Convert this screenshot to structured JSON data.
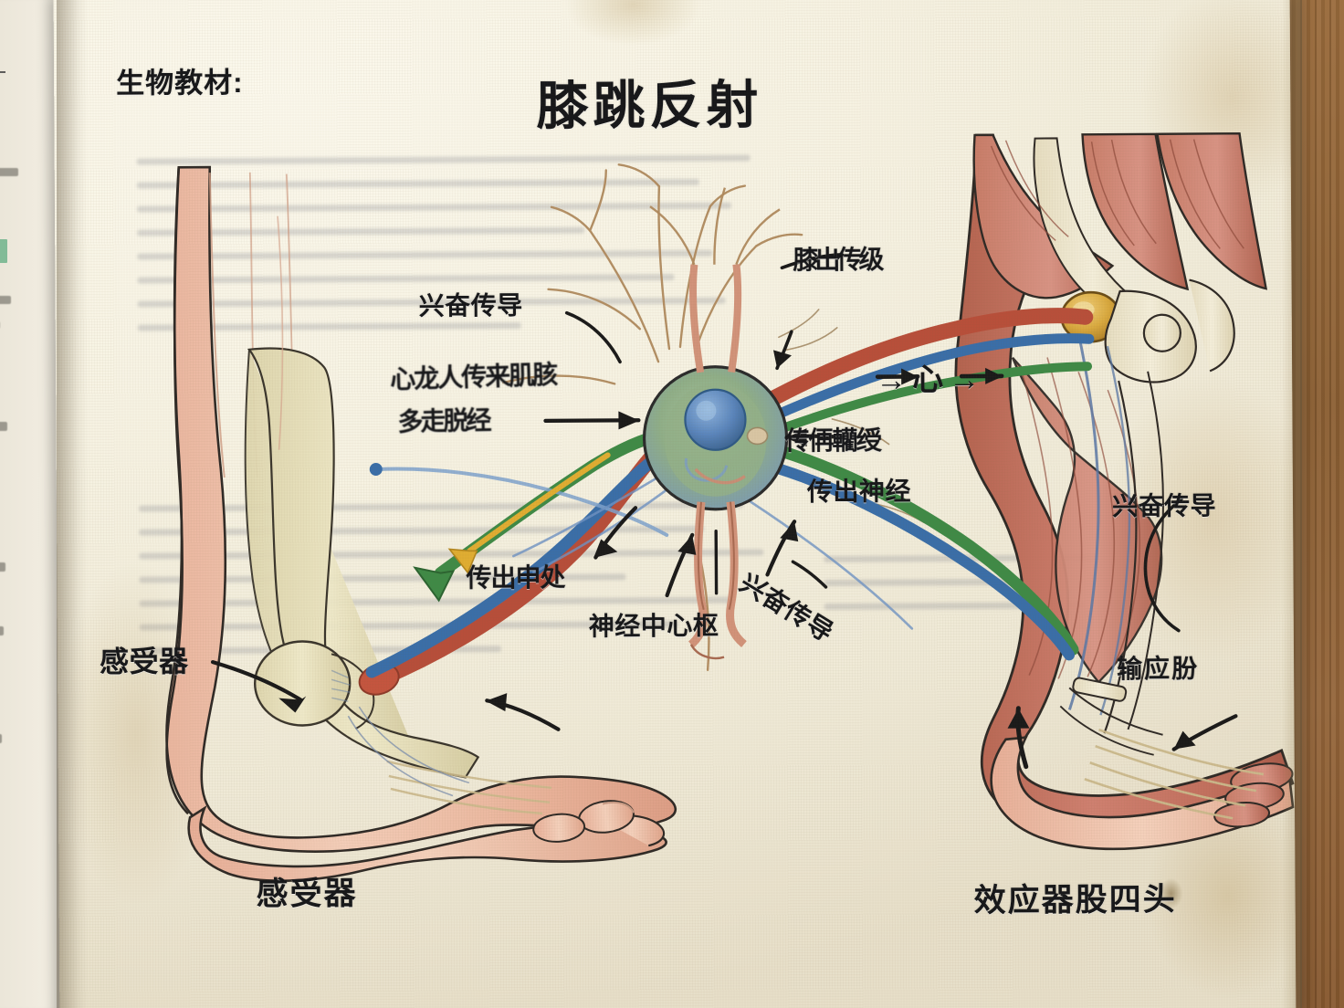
{
  "document": {
    "kind": "photographed-textbook-page",
    "corner_note": "生物教材:",
    "title": "膝跳反射",
    "background_color": "#f4efdf",
    "desk_color": "#8b5f33",
    "ink_color": "#16171a"
  },
  "under_page": {
    "highlight_color": "#7cb894",
    "blurred_glyphs": [
      "耵疕",
      "纡卣",
      "舌筛",
      "ᄉᄃ",
      "刖脒",
      "抃",
      "挬",
      "非",
      "挑"
    ]
  },
  "labels": {
    "excite_top_left": "兴奋传导",
    "garbled_top_right": "膝出传级",
    "garbled_mid_1": "心龙人传来肌胲",
    "garbled_mid_2": "多走脱经",
    "heart_arrow": "→心→",
    "garbled_right": "传侢轥绶",
    "efferent_nerve": "传出神经",
    "garbled_bottom_center": "传出申处",
    "nerve_center": "神经中心枢",
    "excite_diagonal": "兴奋传导",
    "excite_right": "兴奋传导",
    "garbled_effector": "输应朌",
    "receptor_pointer": "感受器"
  },
  "captions": {
    "left": "感受器",
    "right": "效应器股四头"
  },
  "diagram": {
    "type": "anatomical-reflex-arc",
    "neuron": {
      "soma_fill": "#8fae88",
      "nucleus_fill": "#5b86bd",
      "outline": "#2b2b2b"
    },
    "pathways": [
      {
        "name": "afferent-red",
        "color": "#c4553f"
      },
      {
        "name": "efferent-green",
        "color": "#3f8a46"
      },
      {
        "name": "interneuron-blue",
        "color": "#3a6ea8"
      },
      {
        "name": "branch-tan",
        "color": "#b08a5e"
      },
      {
        "name": "marker-yellow",
        "color": "#e0ad32"
      }
    ],
    "left_limb": {
      "name": "lower-leg-skin",
      "skin": "#edb49b",
      "bone": "#e2dcb8"
    },
    "right_limb": {
      "name": "lower-leg-muscle",
      "muscle": "#c2705e",
      "tendon": "#ece3cb",
      "patella": "#d9a93f"
    }
  }
}
